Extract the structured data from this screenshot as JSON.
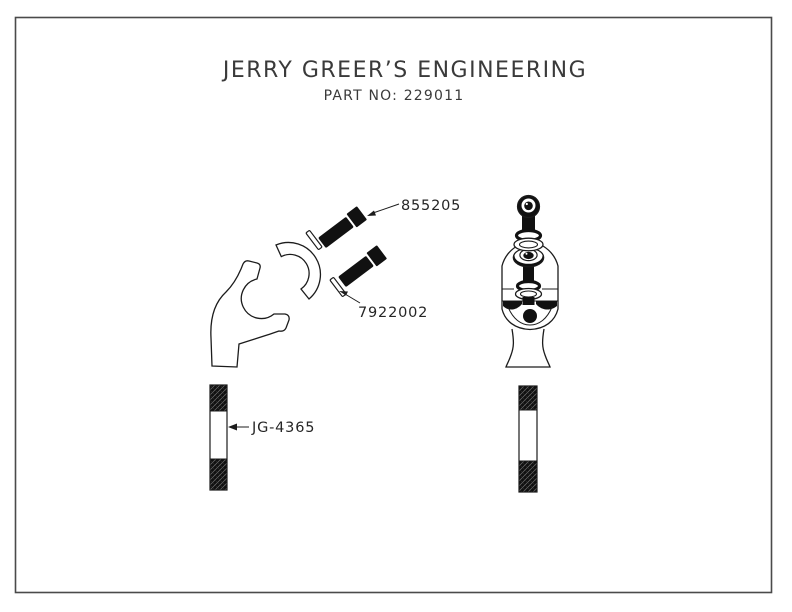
{
  "drawing": {
    "title": "JERRY GREER’S ENGINEERING",
    "part_no_label": "PART NO: 229011",
    "callouts": {
      "bolt": "855205",
      "washer": "7922002",
      "handlebar": "JG-4365"
    },
    "views": {
      "left": "exploded riser clamp side view",
      "right": "assembled riser front view",
      "bottom": "handlebar tube sections"
    },
    "colors": {
      "ink": "#1c1c1c",
      "border": "#4a4a4a",
      "background": "#ffffff",
      "fill_black": "#111111"
    }
  }
}
